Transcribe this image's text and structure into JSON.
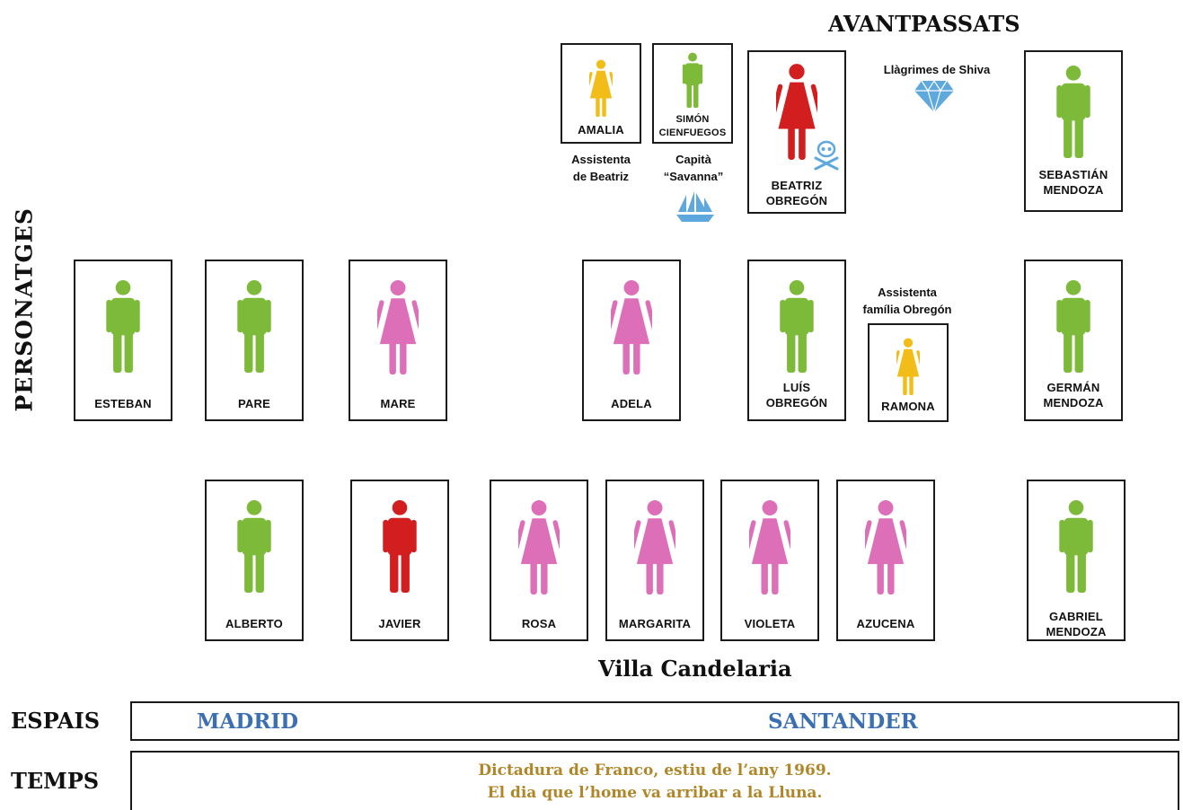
{
  "headings": {
    "ancestors": "AVANTPASSATS",
    "characters": "PERSONATGES",
    "villa": "Villa Candelaria"
  },
  "colors": {
    "male_green": "#7dba3a",
    "female_pink": "#dd6fb8",
    "red": "#d21e1e",
    "yellow": "#f2bd18",
    "blue": "#3b6fb1",
    "icon_blue": "#5fa8dd",
    "gold": "#b08628"
  },
  "ancestors": {
    "amalia": {
      "name": "AMALIA",
      "figure": "female",
      "color": "yellow",
      "note": "Assistenta\nde Beatriz"
    },
    "simon": {
      "name": "SIMÓN\nCIENFUEGOS",
      "figure": "male",
      "color": "green",
      "note": "Capità\n“Savanna”",
      "icon": "ship-icon"
    },
    "beatriz": {
      "name": "BEATRIZ\nOBREGÓN",
      "figure": "female",
      "color": "red",
      "icon": "skull-crossbones-icon"
    },
    "shiva": {
      "note": "Llàgrimes de Shiva",
      "icon": "diamond-icon"
    },
    "sebastian": {
      "name": "SEBASTIÁN\nMENDOZA",
      "figure": "male",
      "color": "green"
    }
  },
  "middle": {
    "esteban": {
      "name": "ESTEBAN",
      "figure": "male",
      "color": "green"
    },
    "pare": {
      "name": "PARE",
      "figure": "male",
      "color": "green"
    },
    "mare": {
      "name": "MARE",
      "figure": "female",
      "color": "pink"
    },
    "adela": {
      "name": "ADELA",
      "figure": "female",
      "color": "pink"
    },
    "luis": {
      "name": "LUÍS\nOBREGÓN",
      "figure": "male",
      "color": "green"
    },
    "ramona": {
      "name": "RAMONA",
      "figure": "female",
      "color": "yellow",
      "note": "Assistenta\nfamília Obregón"
    },
    "german": {
      "name": "GERMÁN\nMENDOZA",
      "figure": "male",
      "color": "green"
    }
  },
  "bottom": {
    "alberto": {
      "name": "ALBERTO",
      "figure": "male",
      "color": "green"
    },
    "javier": {
      "name": "JAVIER",
      "figure": "male",
      "color": "red"
    },
    "rosa": {
      "name": "ROSA",
      "figure": "female",
      "color": "pink"
    },
    "margarita": {
      "name": "MARGARITA",
      "figure": "female",
      "color": "pink"
    },
    "violeta": {
      "name": "VIOLETA",
      "figure": "female",
      "color": "pink"
    },
    "azucena": {
      "name": "AZUCENA",
      "figure": "female",
      "color": "pink"
    },
    "gabriel": {
      "name": "GABRIEL\nMENDOZA",
      "figure": "male",
      "color": "green"
    }
  },
  "espais": {
    "label": "ESPAIS",
    "place1": "MADRID",
    "place2": "SANTANDER"
  },
  "temps": {
    "label": "TEMPS",
    "line1": "Dictadura de Franco, estiu de l’any 1969.",
    "line2": "El dia que l’home va arribar a la Lluna."
  }
}
